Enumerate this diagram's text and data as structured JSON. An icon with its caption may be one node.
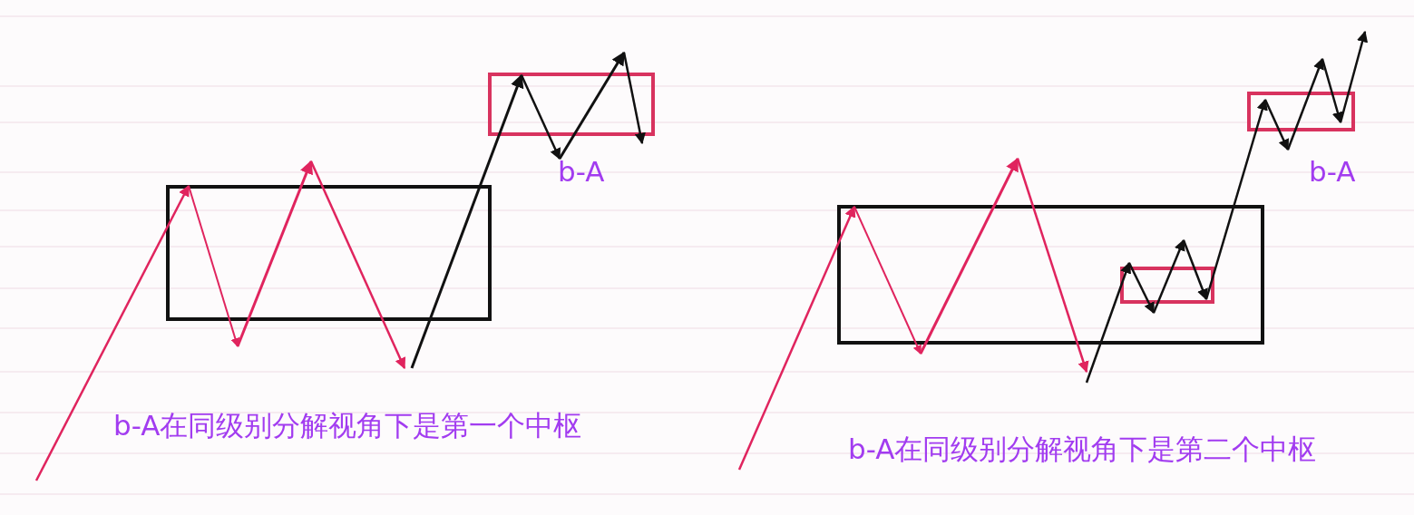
{
  "diagram": {
    "labels": [
      "b-A",
      "b-A在同级别分解视角下是第一个中枢",
      "b-A",
      "b-A在同级别分解视角下是第二个中枢"
    ]
  }
}
